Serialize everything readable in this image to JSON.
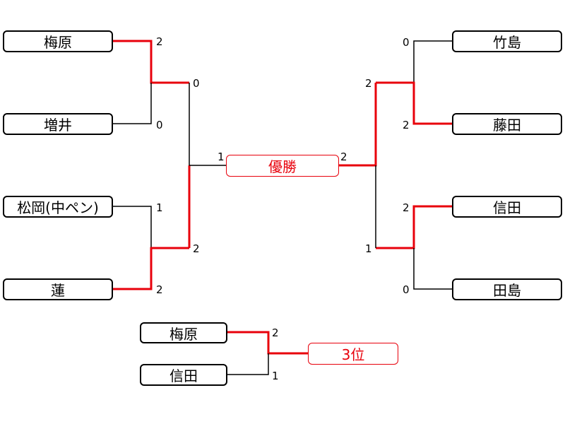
{
  "colors": {
    "line": "#000000",
    "winner_line": "#e8000b",
    "accent_box": "#e8000b"
  },
  "left": {
    "semi1": {
      "top_player": "梅原",
      "top_score": "2",
      "bottom_player": "増井",
      "bottom_score": "0"
    },
    "semi2": {
      "top_player": "松岡(中ペン)",
      "top_score": "1",
      "bottom_player": "蓮",
      "bottom_score": "2"
    },
    "final_top_score": "0",
    "final_bottom_score": "2"
  },
  "right": {
    "semi1": {
      "top_player": "竹島",
      "top_score": "0",
      "bottom_player": "藤田",
      "bottom_score": "2"
    },
    "semi2": {
      "top_player": "信田",
      "top_score": "2",
      "bottom_player": "田島",
      "bottom_score": "0"
    },
    "final_top_score": "2",
    "final_bottom_score": "1"
  },
  "final": {
    "label": "優勝",
    "left_score": "1",
    "right_score": "2"
  },
  "third_place": {
    "label": "3位",
    "top_player": "梅原",
    "top_score": "2",
    "bottom_player": "信田",
    "bottom_score": "1"
  }
}
